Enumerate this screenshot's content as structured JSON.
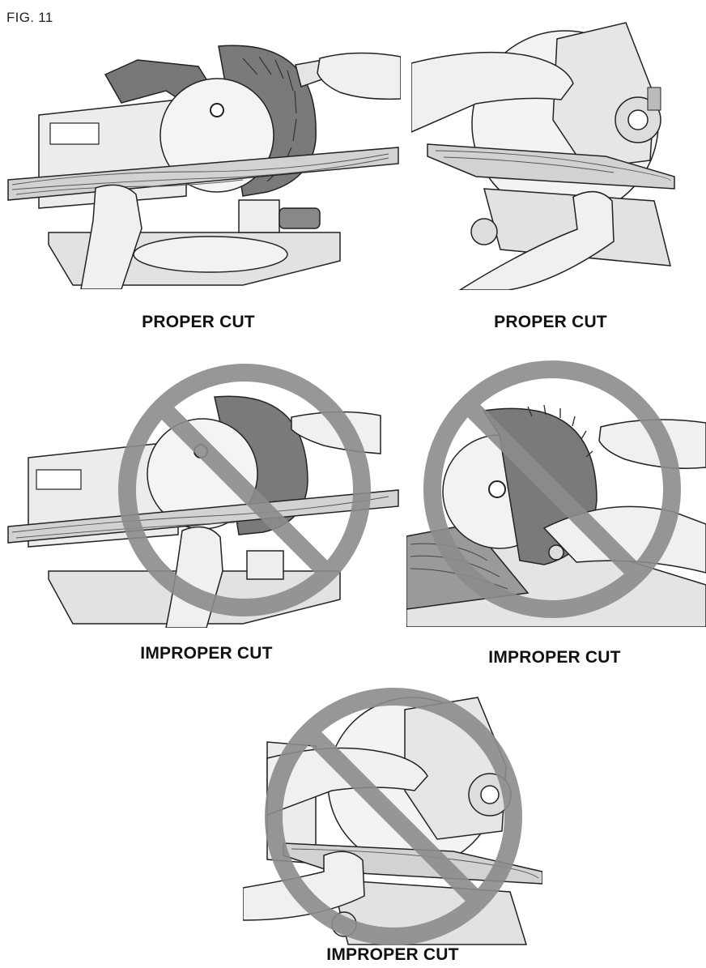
{
  "figure": {
    "label": "FIG. 11",
    "panels": [
      {
        "caption": "PROPER CUT",
        "prohibited": false
      },
      {
        "caption": "PROPER CUT",
        "prohibited": false
      },
      {
        "caption": "IMPROPER CUT",
        "prohibited": true
      },
      {
        "caption": "IMPROPER CUT",
        "prohibited": true
      },
      {
        "caption": "IMPROPER CUT",
        "prohibited": true
      }
    ],
    "colors": {
      "prohibition_symbol": "#8c8c8c",
      "saw_body": "#e9e9e9",
      "blade_guard": "#7a7a7a",
      "wood": "#d2d2d2",
      "line": "#222222"
    }
  }
}
